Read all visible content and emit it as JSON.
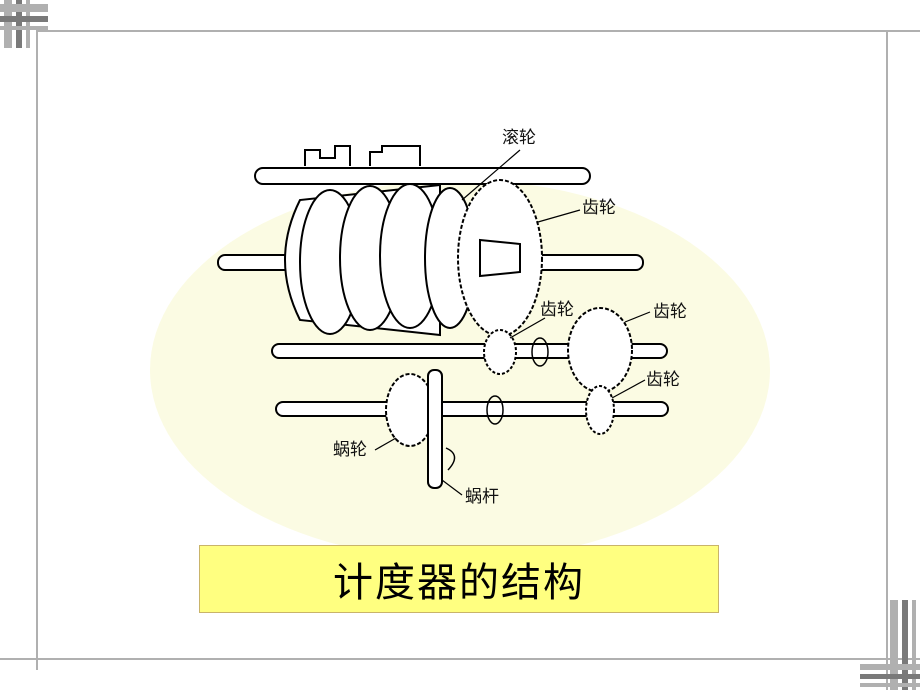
{
  "labels": {
    "roller": "滚轮",
    "gear_top": "齿轮",
    "gear_mid_left": "齿轮",
    "gear_mid_right": "齿轮",
    "gear_low_right": "齿轮",
    "worm_wheel": "蜗轮",
    "worm": "蜗杆"
  },
  "caption": "计度器的结构",
  "colors": {
    "caption_bg": "#ffff80",
    "background_blob": "#fbfbe3",
    "decoration": "#b0b0b0"
  }
}
